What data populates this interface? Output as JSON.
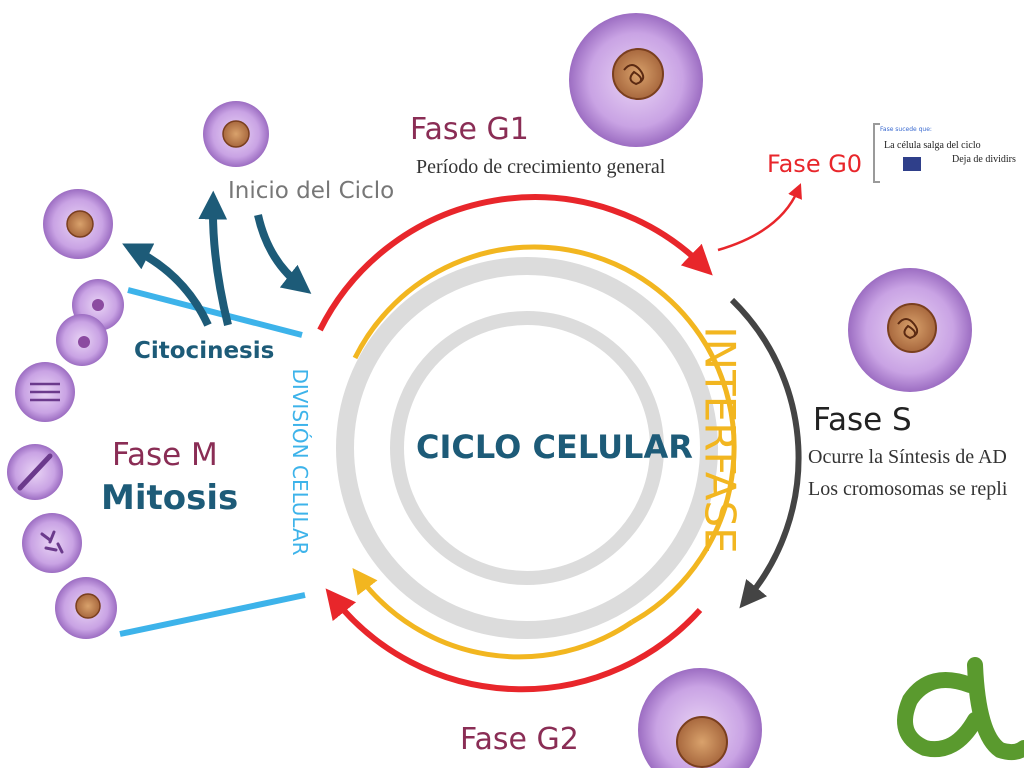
{
  "center": {
    "title": "CICLO CELULAR"
  },
  "phases": {
    "g1": {
      "name": "Fase G1",
      "description": "Período de crecimiento general"
    },
    "g0": {
      "name": "Fase G0",
      "note_header": "Fase sucede que:",
      "note_line1": "La célula salga del ciclo",
      "note_line2": "Deja de dividirs"
    },
    "s": {
      "name": "Fase S",
      "line1": "Ocurre la Síntesis de AD",
      "line2": "Los cromosomas se repli"
    },
    "g2": {
      "name": "Fase G2"
    },
    "m": {
      "name": "Fase M",
      "subname": "Mitosis"
    }
  },
  "labels": {
    "interfase": "INTERFASE",
    "division": "DIVISIÓN CELULAR",
    "citocinesis": "Citocinesis",
    "inicio": "Inicio del Ciclo"
  },
  "colors": {
    "red": "#e8262b",
    "yellow": "#f2b620",
    "gray_ring": "#dcdcdc",
    "dark_arrow": "#444444",
    "teal": "#1d5b78",
    "light_blue": "#3db3ea",
    "phase_text": "#8a2d55",
    "cell_purple": "#b98fd6",
    "nucleus": "#c98f5c",
    "logo_green": "#5a9a2e"
  }
}
